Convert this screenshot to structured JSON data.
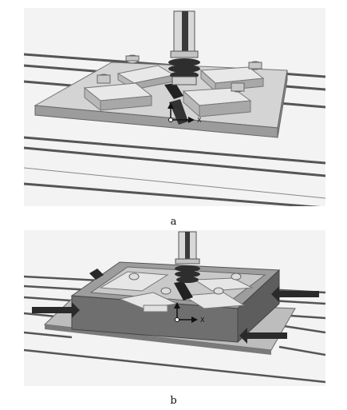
{
  "figures": [
    {
      "id": "a",
      "caption": "a",
      "axis_label": "X"
    },
    {
      "id": "b",
      "caption": "b",
      "axis_label": "X"
    }
  ],
  "colors": {
    "table": "#f2f2f2",
    "rail": "#4a4a4a",
    "plate_top": "#d6d6d6",
    "plate_side": "#9a9a9a",
    "block_top": "#e6e6e6",
    "block_side": "#b5b5b5",
    "tool": "#cfcfcf",
    "shaft_dark": "#3a3a3a",
    "frame_top": "#a8a8a8",
    "frame_side": "#6e6e6e",
    "arrow": "#2a2a2a"
  }
}
